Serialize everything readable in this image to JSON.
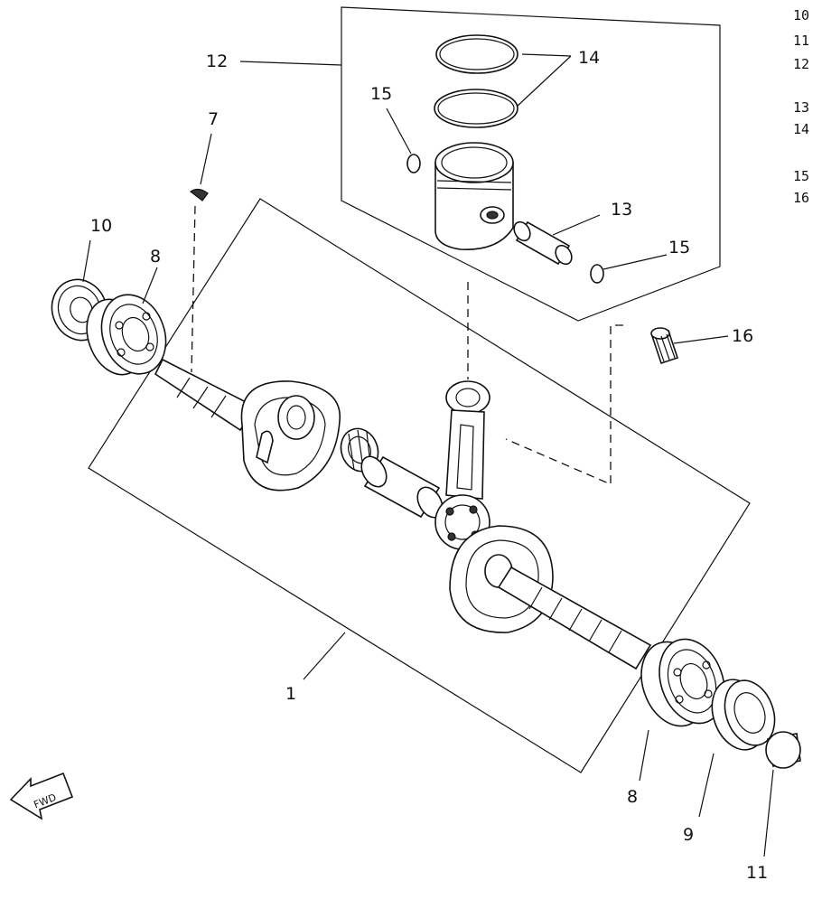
{
  "labels": {
    "crankshaft_assy": "1",
    "key": "7",
    "bearing_left": "8",
    "bearing_right": "8",
    "bearing_9": "9",
    "seal_10": "10",
    "collar_11": "11",
    "piston": "12",
    "piston_pin": "13",
    "piston_ring": "14",
    "clip_top": "15",
    "clip_right": "15",
    "needle_bearing": "16"
  },
  "side_index": [
    "10",
    "11",
    "12",
    "13",
    "14",
    "15",
    "16"
  ],
  "forward_arrow": "FWD"
}
